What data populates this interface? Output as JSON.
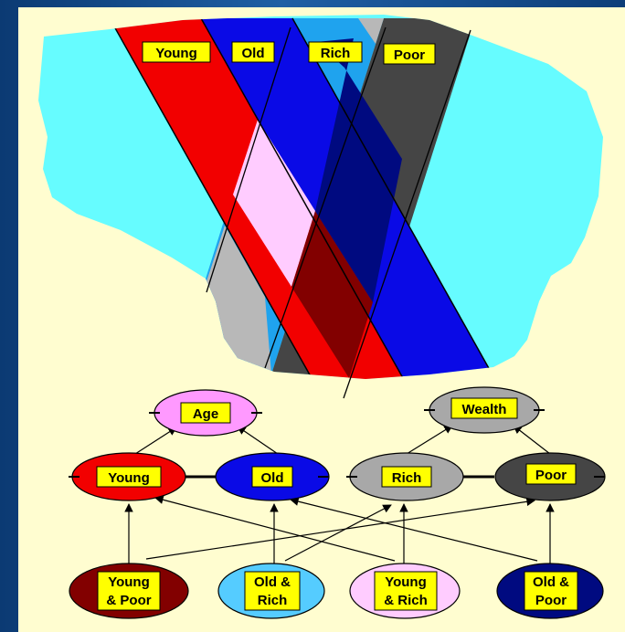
{
  "venn": {
    "bands": [
      {
        "name": "band-young",
        "label": "Young",
        "color": "#f20000"
      },
      {
        "name": "band-old",
        "label": "Old",
        "color": "#0a0ae6"
      },
      {
        "name": "band-rich",
        "label": "Rich",
        "color": "#1fa3ee"
      },
      {
        "name": "band-poor",
        "label": "Poor",
        "color": "#454545"
      }
    ],
    "colors": {
      "background_blob": "#66fcff",
      "young_rich": "#ffccff",
      "young_poor": "#820000",
      "old_rich": "#000a80",
      "old_poor": "#0010f0",
      "rich_outside": "#b8b8b8"
    }
  },
  "network": {
    "parents": {
      "age": {
        "label": "Age",
        "color": "#ff99ff"
      },
      "wealth": {
        "label": "Wealth",
        "color": "#a8a8a8"
      }
    },
    "middle": {
      "young": {
        "label": "Young",
        "color": "#f20000"
      },
      "old": {
        "label": "Old",
        "color": "#0a0ae6"
      },
      "rich": {
        "label": "Rich",
        "color": "#a8a8a8"
      },
      "poor": {
        "label": "Poor",
        "color": "#454545"
      }
    },
    "bottom": {
      "young_poor": {
        "line1": "Young",
        "line2": "& Poor",
        "color": "#820000"
      },
      "old_rich": {
        "line1": "Old &",
        "line2": "Rich",
        "color": "#55ccff"
      },
      "young_rich": {
        "line1": "Young",
        "line2": "& Rich",
        "color": "#ffccff"
      },
      "old_poor": {
        "line1": "Old &",
        "line2": "Poor",
        "color": "#000a80"
      }
    }
  },
  "panel_color": "#fffdd0",
  "label_bg": "#ffff00"
}
